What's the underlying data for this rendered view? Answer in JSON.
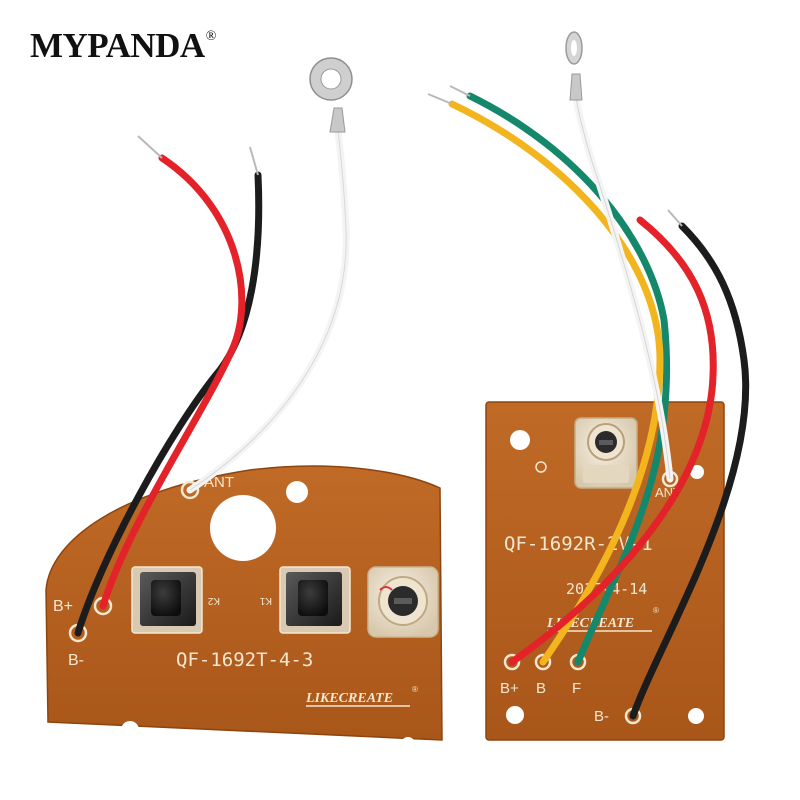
{
  "brand": {
    "name": "MYPANDA",
    "mark": "®"
  },
  "boards": {
    "transmitter": {
      "model": "QF-1692T-4-3",
      "label_ant": "ANT",
      "label_bplus": "B+",
      "label_bminus": "B-",
      "label_k1": "K1",
      "label_k2": "K2",
      "logo": "LIKECREATE",
      "logo_mark": "®"
    },
    "receiver": {
      "model": "QF-1692R-2V-1",
      "date": "2017-4-14",
      "label_ant": "ANT",
      "label_bplus": "B+",
      "label_b": "B",
      "label_f": "F",
      "label_bminus": "B-",
      "logo": "LIKECREATE",
      "logo_mark": "®"
    }
  },
  "colors": {
    "pcb": "#b8611f",
    "pcb_dark": "#9a4c14",
    "silk": "#f3e7cf",
    "wire_red": "#e3222a",
    "wire_black": "#1c1c1c",
    "wire_white": "#f4f4f4",
    "wire_yellow": "#f2b51e",
    "wire_green": "#15886b"
  }
}
